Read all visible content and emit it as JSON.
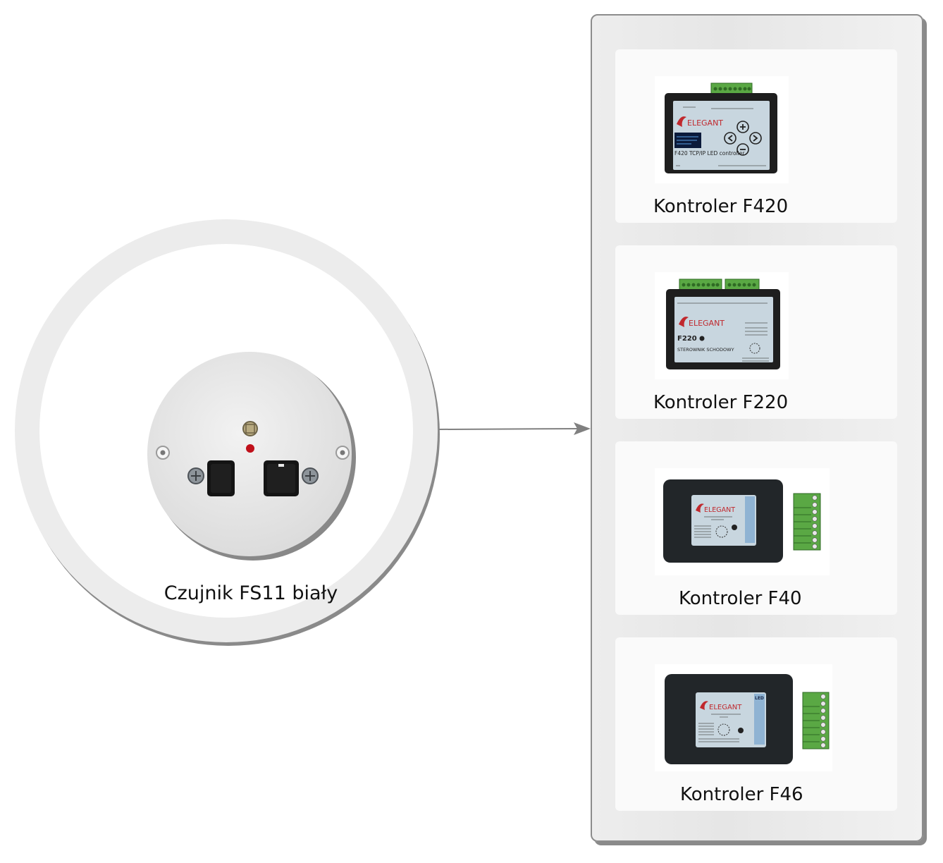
{
  "sensor": {
    "label": "Czujnik FS11 biały",
    "device_icon": "round-sensor-plate",
    "colors": {
      "plate": "#e9e9e9",
      "socket": "#111111",
      "led": "#c0101a"
    }
  },
  "connector": {
    "icon": "arrow-right",
    "color": "#808080"
  },
  "controllers": [
    {
      "label": "Kontroler F420",
      "brand": "ELEGANT",
      "model_text": "F420 TCP/IP LED controller",
      "device_icon": "controller-f420-photo"
    },
    {
      "label": "Kontroler F220",
      "brand": "ELEGANT",
      "model_text": "F220",
      "subtitle": "STEROWNIK SCHODOWY",
      "device_icon": "controller-f220-photo"
    },
    {
      "label": "Kontroler F40",
      "brand": "ELEGANT",
      "device_icon": "controller-f40-photo"
    },
    {
      "label": "Kontroler F46",
      "brand": "ELEGANT",
      "led_tag": "LED",
      "device_icon": "controller-f46-photo"
    }
  ],
  "colors": {
    "panel_border": "#8c8c8c",
    "panel_bg": "#ececec",
    "card_bg": "#fafafa",
    "terminal_green": "#5aa844",
    "label_blue": "#c8dbe9",
    "brand_red": "#c0282d"
  }
}
